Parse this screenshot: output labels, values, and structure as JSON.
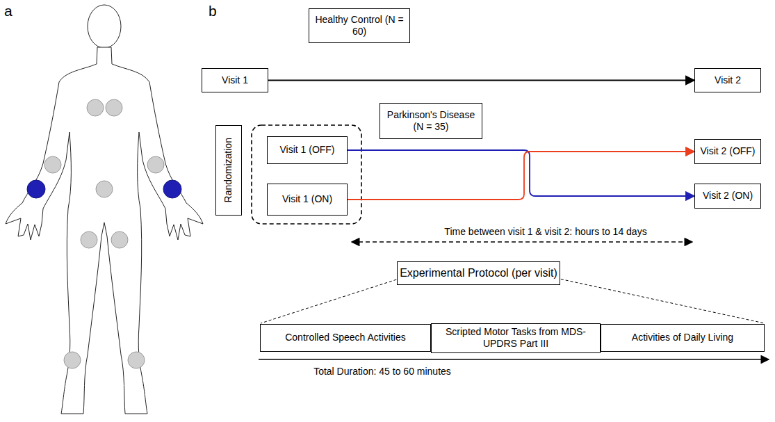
{
  "diagram": {
    "nodes": [
      {
        "text": [
          "Healthy Control (N = 60)"
        ]
      },
      {
        "text": [
          "Visit 1"
        ]
      },
      {
        "text": [
          "Visit 2"
        ]
      },
      {
        "text": [
          "Parkinson's Disease (N = 35)"
        ]
      },
      {
        "text": [
          "Randomization"
        ]
      },
      {
        "text": [
          "Visit 1 (OFF)"
        ]
      },
      {
        "text": [
          "Visit 1 (ON)"
        ]
      },
      {
        "text": [
          "Visit 2 (OFF)"
        ]
      },
      {
        "text": [
          "Visit 2 (ON)"
        ]
      },
      {
        "text": [
          "Experimental Protocol (per visit)"
        ]
      },
      {
        "text": [
          "Controlled Speech Activities"
        ]
      },
      {
        "text": [
          "Scripted Motor Tasks from MDS-UPDRS Part III"
        ]
      },
      {
        "text": [
          "Activities of Daily Living"
        ]
      }
    ],
    "edges": [
      {
        "from": 1,
        "to": 2,
        "arrow": "to"
      },
      {
        "from": 5,
        "to": 8,
        "arrow": "to"
      },
      {
        "from": 6,
        "to": 7,
        "arrow": "to"
      }
    ],
    "labels": [
      "a",
      "b",
      "Time between visit 1 & visit 2: hours to 14 days",
      "Total Duration: 45 to 60 minutes"
    ]
  }
}
